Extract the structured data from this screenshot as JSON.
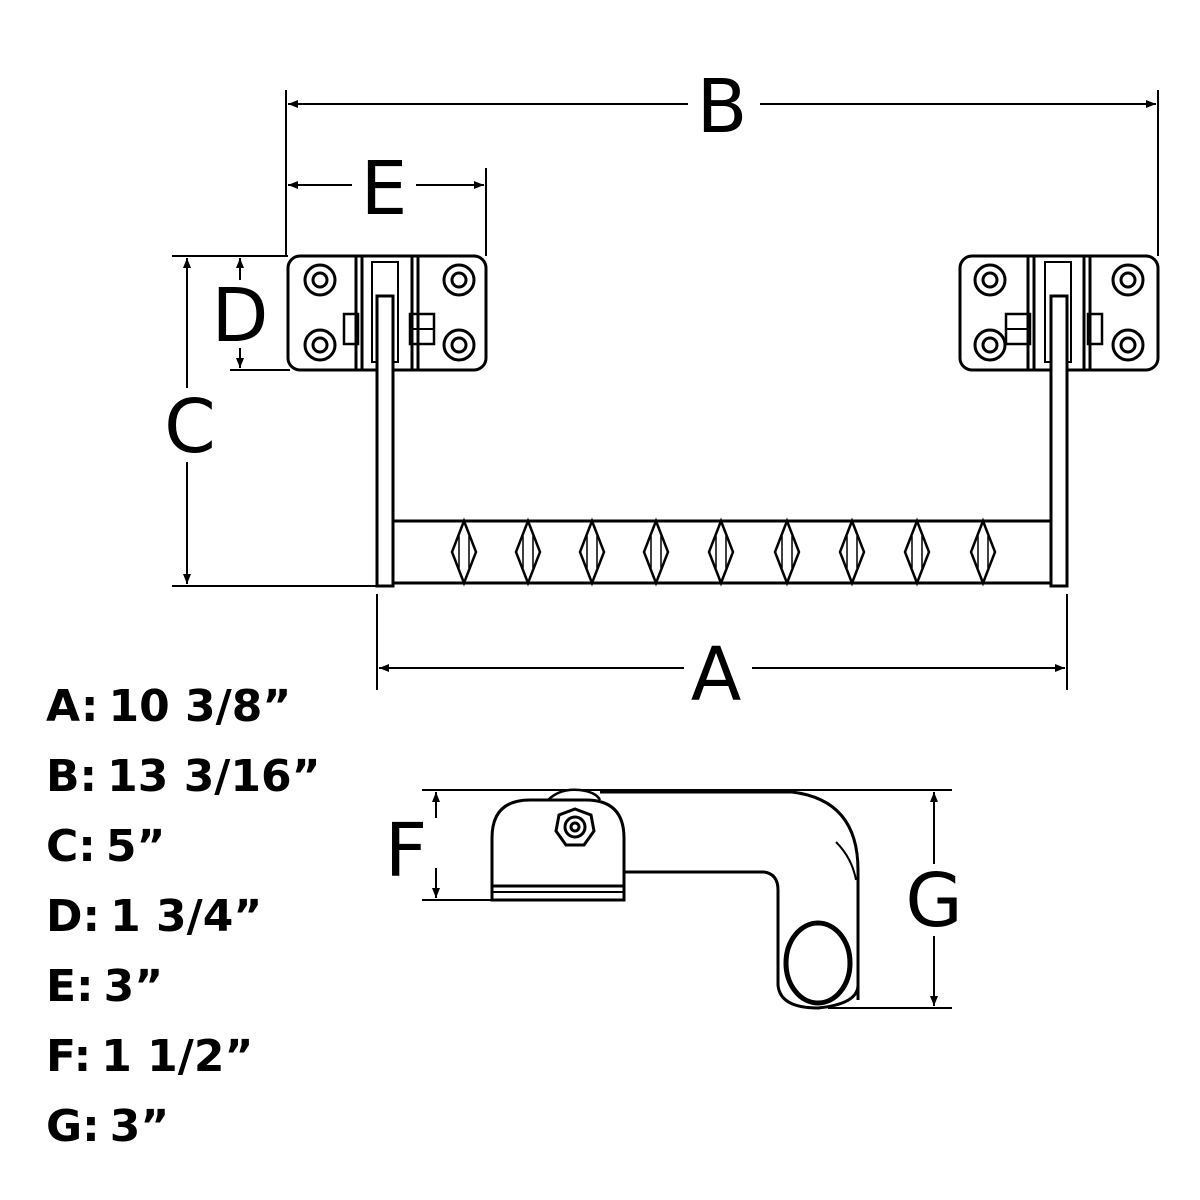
{
  "colors": {
    "ink": "#000000",
    "background": "#ffffff"
  },
  "top_view": {
    "labels": {
      "a": "A",
      "b": "B",
      "c": "C",
      "d": "D",
      "e": "E"
    }
  },
  "side_view": {
    "labels": {
      "f": "F",
      "g": "G"
    }
  },
  "legend": [
    {
      "key": "A:",
      "value": "10 3/8”"
    },
    {
      "key": "B:",
      "value": "13 3/16”"
    },
    {
      "key": "C:",
      "value": "5”"
    },
    {
      "key": "D:",
      "value": "1 3/4”"
    },
    {
      "key": "E:",
      "value": "3”"
    },
    {
      "key": "F:",
      "value": "1 1/2”"
    },
    {
      "key": "G:",
      "value": "3”"
    }
  ]
}
